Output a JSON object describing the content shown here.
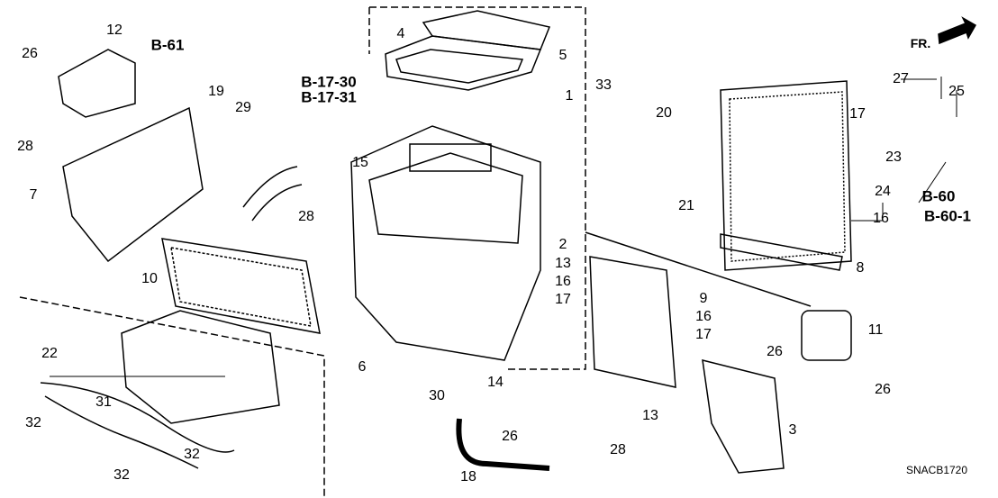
{
  "diagram_code": "SNACB1720",
  "front_indicator": "FR.",
  "references": [
    "B-61",
    "B-17-30",
    "B-17-31",
    "B-60",
    "B-60-1"
  ],
  "part_callouts": [
    "26",
    "12",
    "19",
    "4",
    "5",
    "27",
    "25",
    "29",
    "15",
    "1",
    "33",
    "20",
    "17",
    "23",
    "24",
    "16",
    "28",
    "7",
    "28",
    "21",
    "2",
    "13",
    "16",
    "17",
    "8",
    "10",
    "9",
    "16",
    "17",
    "11",
    "22",
    "6",
    "26",
    "26",
    "31",
    "14",
    "30",
    "13",
    "32",
    "32",
    "32",
    "26",
    "28",
    "3",
    "18"
  ]
}
